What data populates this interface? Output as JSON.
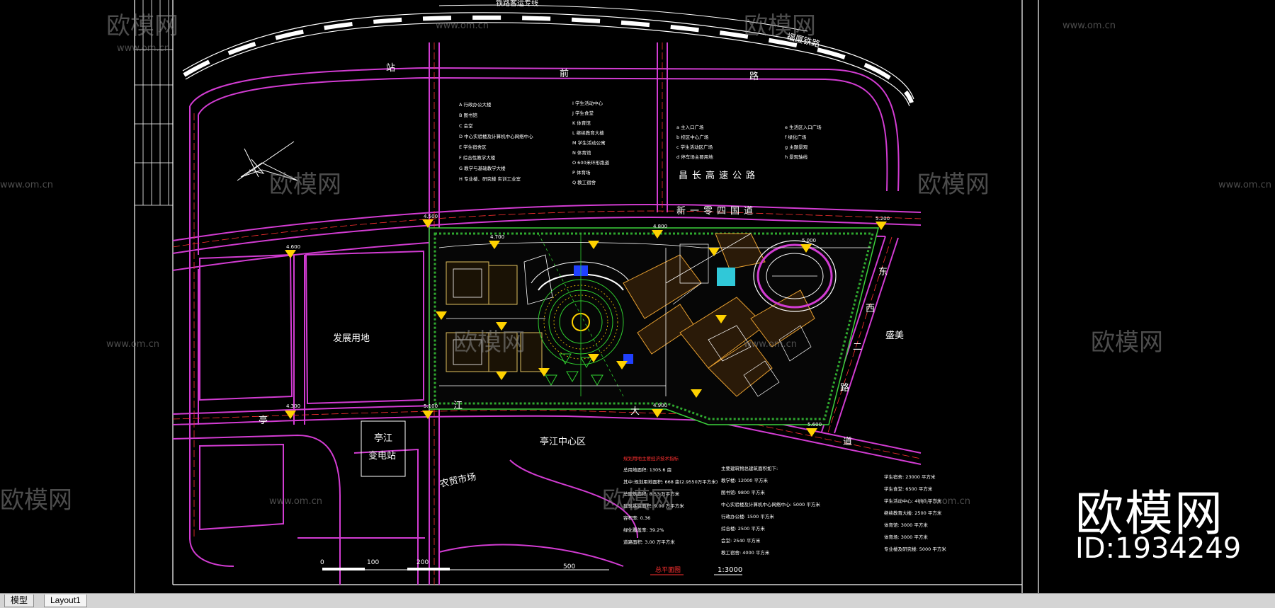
{
  "roads": {
    "rail_top": "铁路客运专线",
    "rail_right": "福厦铁路",
    "station_road": [
      "站",
      "前",
      "路"
    ],
    "expressway": "昌长高速公路",
    "national_road": "新一零四国道",
    "east_road": [
      "东",
      "西",
      "二",
      "路"
    ],
    "city_road_right": "盛美",
    "bottom_road": [
      "亭",
      "江",
      "大",
      "道"
    ]
  },
  "zones": {
    "development": "发展用地",
    "substation": [
      "亭江",
      "变电站"
    ],
    "market": "农贸市场",
    "center": "亭江中心区"
  },
  "legend": {
    "col1": [
      "A  行政办公大楼",
      "B  图书馆",
      "C  会堂",
      "D  中心实验楼及计算机中心网络中心",
      "E  学生宿舍区",
      "F  综合性教学大楼",
      "G  教学与基础教学大楼",
      "H  专业楼、研究楼      实训工业室"
    ],
    "col2": [
      "I  学生活动中心",
      "J  学生食堂",
      "K  体育馆",
      "L  继续教育大楼",
      "M  学生活动公寓",
      "N  体育馆",
      "O  600米环形跑道",
      "P  体育场",
      "Q  教工宿舍"
    ],
    "col3": [
      "a  主入口广场",
      "b  校区中心广场",
      "c  学生活动区广场",
      "d  停车场主要用地"
    ],
    "col4": [
      "e  生活区入口广场",
      "f  绿化广场",
      "g  主题景观",
      "h  景观轴线"
    ]
  },
  "stats": {
    "header": "规划用地主要经济技术指标",
    "col1": [
      "总用地面积:  1305.6  亩",
      "其中:规划用地面积:  668  亩(2.9550万平方米)",
      "总建筑面积:  8.53  万平方米",
      "建筑基底面积:  9.00  万平方米",
      "容积率:  0.36",
      "绿化覆盖率:  39.2%",
      "道路面积:  3.00  万平方米"
    ],
    "col2": [
      "主要建筑物总建筑面积如下:",
      "教学楼:  12000  平方米",
      "图书馆:  9800  平方米",
      "中心实验楼及计算机中心网络中心:  5000  平方米",
      "行政办公楼:  1500  平方米",
      "综合楼:  2500  平方米",
      "会堂:  2540  平方米",
      "教工宿舍:  4000  平方米"
    ],
    "col3": [
      "学生宿舍:  23000  平方米",
      "学生食堂:  6500  平方米",
      "学生活动中心:  4000  平方米",
      "继续教育大楼:  2500  平方米",
      "体育馆:  3000  平方米",
      "体育场:  3000  平方米",
      "专业楼及研究楼:  5000  平方米"
    ]
  },
  "scale_bar": {
    "labels": [
      "0",
      "100",
      "200",
      "500"
    ]
  },
  "plan_title": "总平面图",
  "plan_scale": "1:3000",
  "elevations": [
    "4.500",
    "4.800",
    "5.200",
    "4.600",
    "5.100",
    "4.300",
    "4.900",
    "5.600",
    "4.700",
    "5.000"
  ],
  "watermark": {
    "text": "欧模网",
    "url": "www.om.cn"
  },
  "brand": {
    "name": "欧模网",
    "id": "ID:1934249"
  },
  "tabs": {
    "model": "模型",
    "layout1": "Layout1"
  }
}
